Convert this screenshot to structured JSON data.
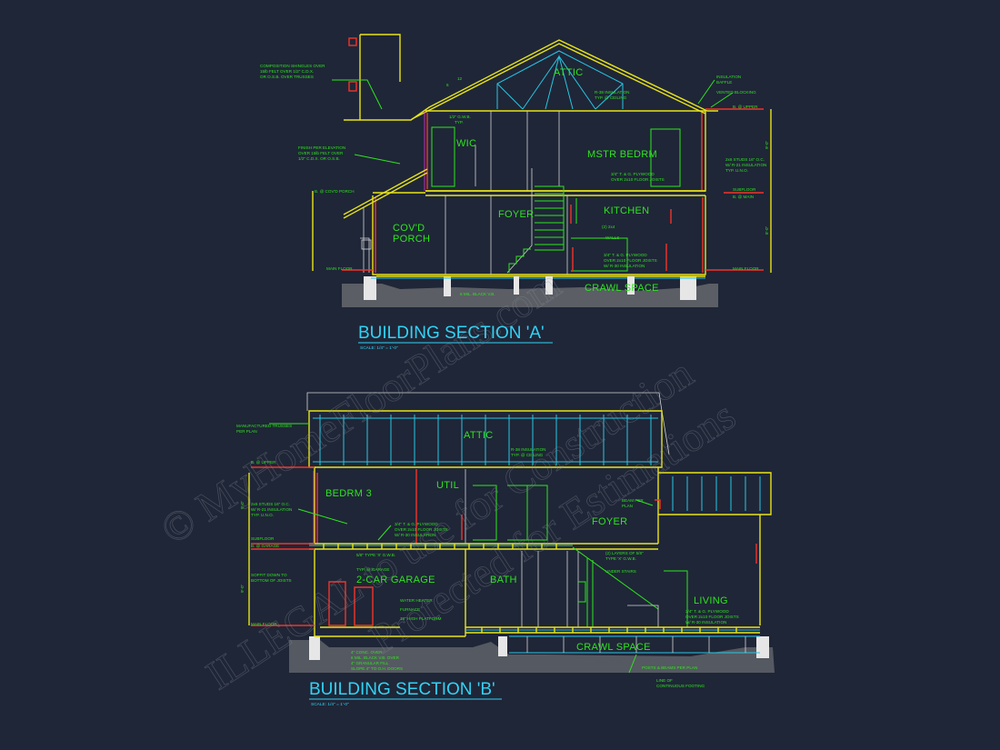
{
  "section_a": {
    "title": "BUILDING SECTION 'A'",
    "scale": "SCALE: 1/4\" = 1'-0\"",
    "rooms": {
      "attic": "ATTIC",
      "wic": "WIC",
      "mstr_bedrm": "MSTR BEDRM",
      "covd_porch_1": "COV'D",
      "covd_porch_2": "PORCH",
      "foyer": "FOYER",
      "kitchen": "KITCHEN",
      "crawl_space": "CRAWL SPACE"
    },
    "notes": {
      "shingles_1": "COMPOSITION SHINGLES OVER",
      "shingles_2": "15lb FELT OVER 1/2\" C.D.X.",
      "shingles_3": "OR O.S.B. OVER TRUSSES",
      "finish_1": "FINISH PER ELEVATION",
      "finish_2": "OVER 15lb FELT OVER",
      "finish_3": "1/2\" C.D.X. OR O.S.B.",
      "covd_porch": "B. @ COV'D PORCH",
      "gwb_1": "1/2\" G.W.B.",
      "gwb_2": "TYP.",
      "r38_1": "R-38 INSULATION",
      "r38_2": "TYP. @ CEILING",
      "insul_baffle_1": "INSULATION",
      "insul_baffle_2": "BAFFLE",
      "vented_blocking": "VENTED BLOCKING",
      "upper": "B. @ UPPER",
      "studs_1": "2x6 STUDS 16\" O.C.",
      "studs_2": "W/ R-21 INSULATION",
      "studs_3": "TYP. U.N.O.",
      "subfloor": "SUBFLOOR",
      "b_main": "B. @ MAIN",
      "plywood_1": "3/4\" T. & G. PLYWOOD",
      "plywood_2": "OVER 2x10 FLOOR JOISTS",
      "walls_1": "(2) 2x4",
      "walls_2": "WALLS",
      "plywood_b_1": "3/4\" T. & G. PLYWOOD",
      "plywood_b_2": "OVER 2x10 FLOOR JOISTS",
      "plywood_b_3": "W/ R-30 INSULATION",
      "main_floor_l": "MAIN FLOOR",
      "main_floor_r": "MAIN FLOOR",
      "vb": "6 MIL. BLACK V.B."
    },
    "dims": {
      "pitch": "12",
      "pitch_rise": "6",
      "upper_ht": "9'-0\"",
      "main_ht": "8'-0\""
    }
  },
  "section_b": {
    "title": "BUILDING SECTION 'B'",
    "scale": "SCALE: 1/4\" = 1'-0\"",
    "rooms": {
      "attic": "ATTIC",
      "bedrm3": "BEDRM 3",
      "util": "UTIL",
      "foyer": "FOYER",
      "garage": "2-CAR GARAGE",
      "bath": "BATH",
      "living": "LIVING",
      "crawl_space": "CRAWL SPACE"
    },
    "notes": {
      "trusses_1": "MANUFACTURED TRUSSES",
      "trusses_2": "PER PLAN",
      "r38_1": "R-38 INSULATION",
      "r38_2": "TYP. @ CEILING",
      "upper": "B. @ UPPER",
      "studs_1": "2x6 STUDS 16\" O.C.",
      "studs_2": "W/ R-21 INSULATION",
      "studs_3": "TYP. U.N.O.",
      "plywood_1": "3/4\" T. & G. PLYWOOD",
      "plywood_2": "OVER 2x10 FLOOR JOISTS",
      "plywood_3": "W/ R-30 INSULATION",
      "subfloor": "SUBFLOOR",
      "b_garage": "B. @ GARAGE",
      "gwb_type_x": "5/8\" TYPE 'X' G.W.B.",
      "soffit_1": "SOFFIT DOWN TO",
      "soffit_2": "BOTTOM OF JOISTS",
      "typ_garage": "TYP. @ GARAGE",
      "water_heater": "WATER HEATER",
      "furnace": "FURNACE",
      "platform": "18\" HIGH PLATFORM",
      "main_floor": "MAIN FLOOR",
      "beam_1": "BEAM PER",
      "beam_2": "PLAN",
      "layers_1": "(2) LAYERS OF 5/8\"",
      "layers_2": "TYPE 'X' G.W.B.",
      "under_stairs": "UNDER STAIRS",
      "plywood_b_1": "3/4\" T. & G. PLYWOOD",
      "plywood_b_2": "OVER 2x10 FLOOR JOISTS",
      "plywood_b_3": "W/ R-30 INSULATION",
      "conc_1": "4\" CONC. OVER",
      "conc_2": "6 MIL. BLACK V.B. OVER",
      "conc_3": "4\" GRANULAR FILL",
      "conc_4": "SLOPE 4\" TO O.H. DOORS",
      "posts": "POSTS & BEAMS PER PLAN",
      "footing_1": "LINE OF",
      "footing_2": "CONTINUOUS FOOTING"
    },
    "dims": {
      "upper_ht": "9'-0\"",
      "main_ht": "9'-0\""
    }
  },
  "watermark": {
    "line1": "© MyHomeFloorPlans.com",
    "line2": "ILLEGAL to use for Construction",
    "line3": "Protected for Estimations"
  }
}
